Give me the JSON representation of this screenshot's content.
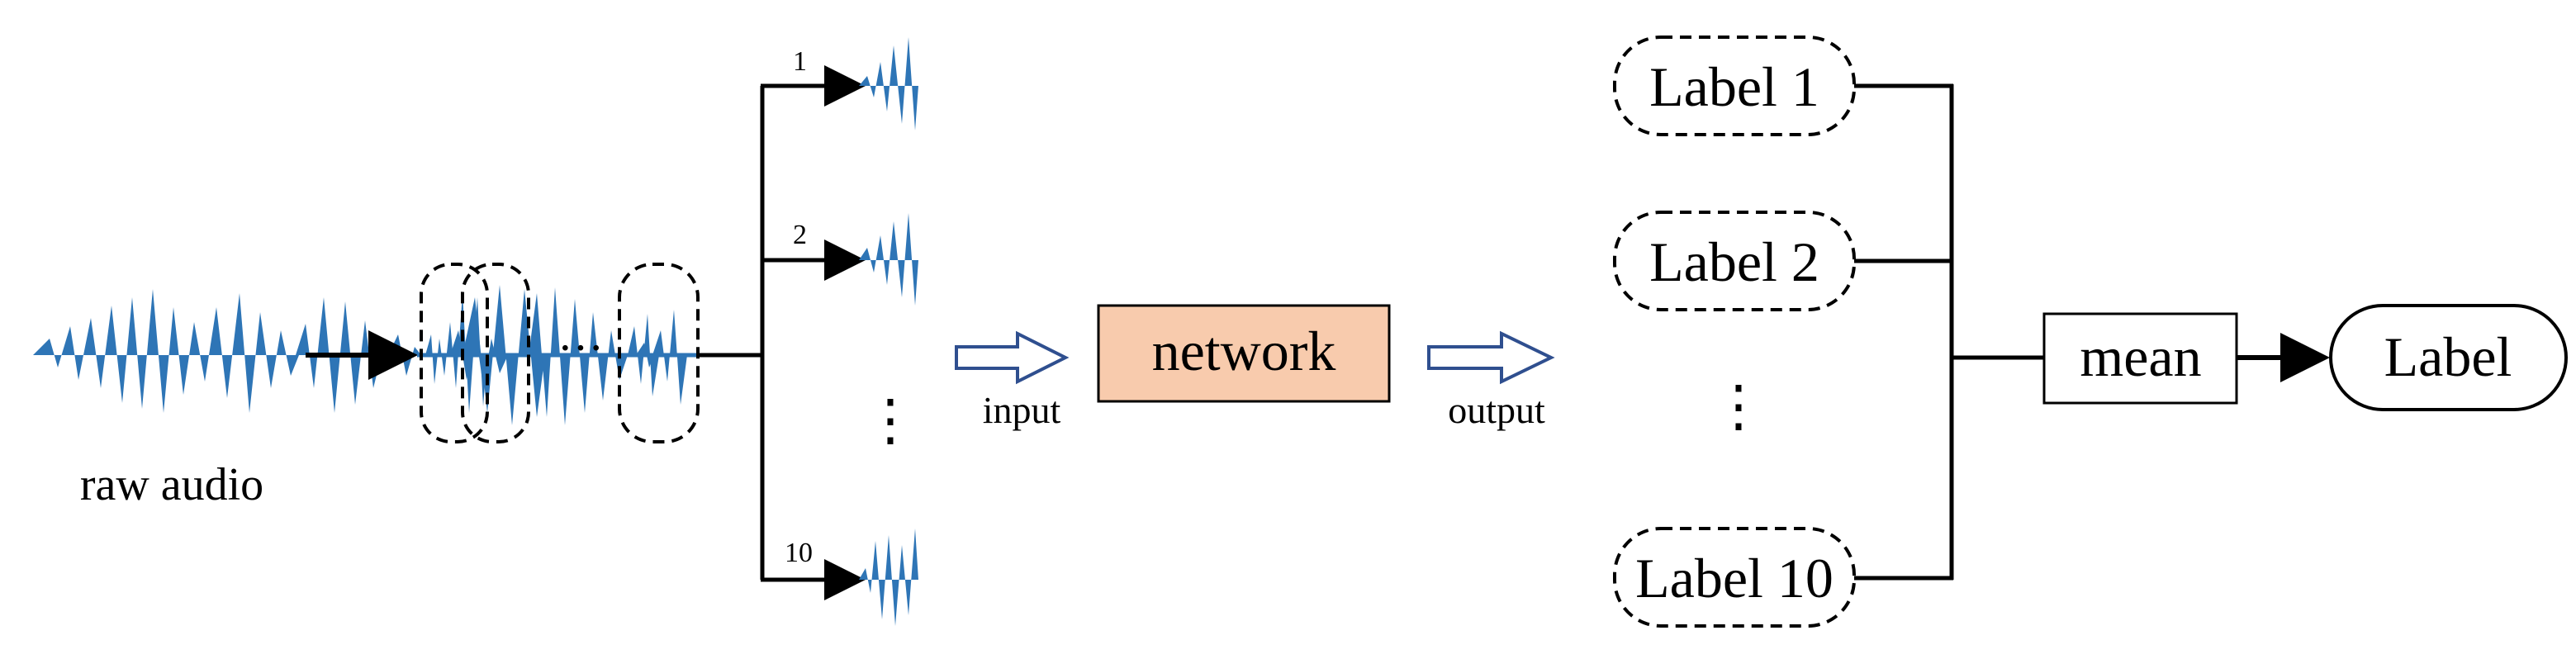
{
  "waveform_label": "raw audio",
  "segments": {
    "ellipsis": "···",
    "labels": [
      "1",
      "2",
      "10"
    ]
  },
  "vertical_ellipsis": "⋮",
  "input_label": "input",
  "output_label": "output",
  "network": {
    "label": "network",
    "fill": "#f8cbad"
  },
  "predictions": [
    "Label 1",
    "Label 2",
    "Label 10"
  ],
  "mean_label": "mean",
  "final_label": "Label",
  "colors": {
    "wave": "#2e75b6",
    "hollow_arrow": "#2f4f8f",
    "line": "#000000"
  }
}
